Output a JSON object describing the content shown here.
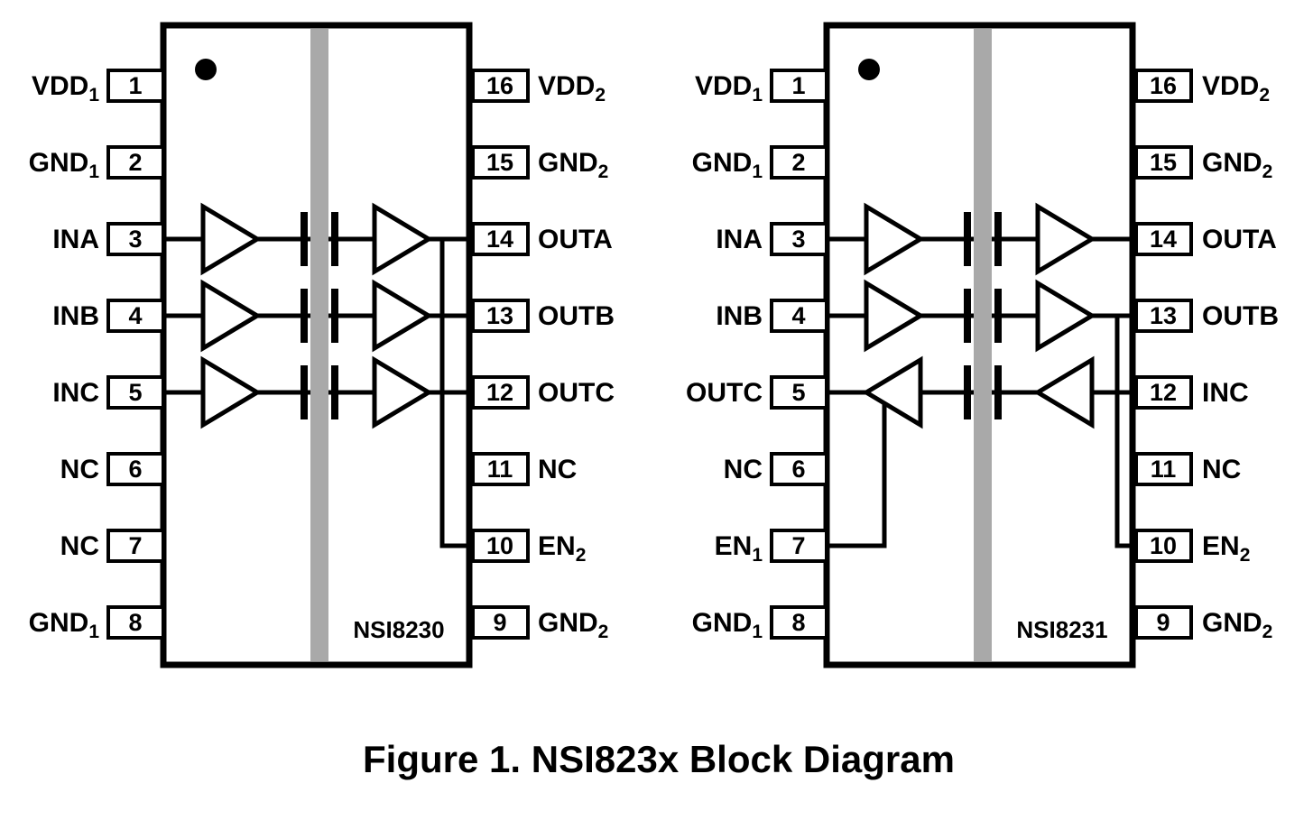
{
  "caption": "Figure 1. NSI823x Block Diagram",
  "colors": {
    "barrier": "#a9a9a9",
    "stroke": "#000000",
    "background": "#ffffff"
  },
  "chips": [
    {
      "name": "NSI8230",
      "left_pins": [
        {
          "num": "1",
          "base": "VDD",
          "sub": "1"
        },
        {
          "num": "2",
          "base": "GND",
          "sub": "1"
        },
        {
          "num": "3",
          "base": "INA",
          "sub": ""
        },
        {
          "num": "4",
          "base": "INB",
          "sub": ""
        },
        {
          "num": "5",
          "base": "INC",
          "sub": ""
        },
        {
          "num": "6",
          "base": "NC",
          "sub": ""
        },
        {
          "num": "7",
          "base": "NC",
          "sub": ""
        },
        {
          "num": "8",
          "base": "GND",
          "sub": "1"
        }
      ],
      "right_pins": [
        {
          "num": "16",
          "base": "VDD",
          "sub": "2"
        },
        {
          "num": "15",
          "base": "GND",
          "sub": "2"
        },
        {
          "num": "14",
          "base": "OUTA",
          "sub": ""
        },
        {
          "num": "13",
          "base": "OUTB",
          "sub": ""
        },
        {
          "num": "12",
          "base": "OUTC",
          "sub": ""
        },
        {
          "num": "11",
          "base": "NC",
          "sub": ""
        },
        {
          "num": "10",
          "base": "EN",
          "sub": "2"
        },
        {
          "num": "9",
          "base": "GND",
          "sub": "2"
        }
      ],
      "channels": [
        {
          "name": "A",
          "direction": "left-to-right"
        },
        {
          "name": "B",
          "direction": "left-to-right"
        },
        {
          "name": "C",
          "direction": "left-to-right"
        }
      ]
    },
    {
      "name": "NSI8231",
      "left_pins": [
        {
          "num": "1",
          "base": "VDD",
          "sub": "1"
        },
        {
          "num": "2",
          "base": "GND",
          "sub": "1"
        },
        {
          "num": "3",
          "base": "INA",
          "sub": ""
        },
        {
          "num": "4",
          "base": "INB",
          "sub": ""
        },
        {
          "num": "5",
          "base": "OUTC",
          "sub": ""
        },
        {
          "num": "6",
          "base": "NC",
          "sub": ""
        },
        {
          "num": "7",
          "base": "EN",
          "sub": "1"
        },
        {
          "num": "8",
          "base": "GND",
          "sub": "1"
        }
      ],
      "right_pins": [
        {
          "num": "16",
          "base": "VDD",
          "sub": "2"
        },
        {
          "num": "15",
          "base": "GND",
          "sub": "2"
        },
        {
          "num": "14",
          "base": "OUTA",
          "sub": ""
        },
        {
          "num": "13",
          "base": "OUTB",
          "sub": ""
        },
        {
          "num": "12",
          "base": "INC",
          "sub": ""
        },
        {
          "num": "11",
          "base": "NC",
          "sub": ""
        },
        {
          "num": "10",
          "base": "EN",
          "sub": "2"
        },
        {
          "num": "9",
          "base": "GND",
          "sub": "2"
        }
      ],
      "channels": [
        {
          "name": "A",
          "direction": "left-to-right"
        },
        {
          "name": "B",
          "direction": "left-to-right"
        },
        {
          "name": "C",
          "direction": "right-to-left"
        }
      ]
    }
  ]
}
